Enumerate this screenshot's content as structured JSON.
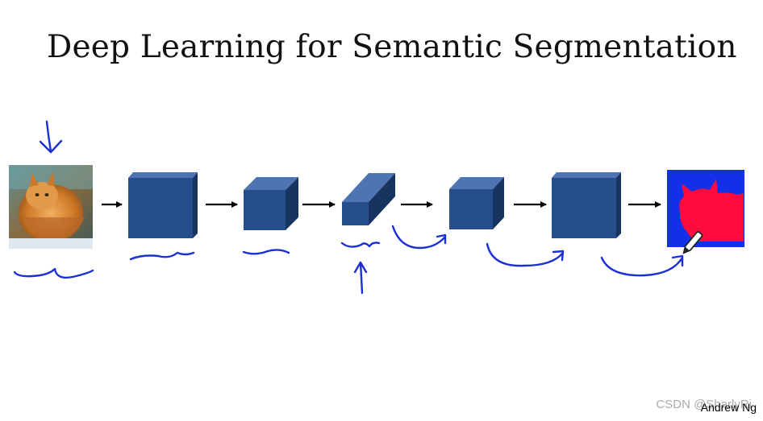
{
  "slide": {
    "title": "Deep Learning for Semantic Segmentation",
    "author": "Andrew Ng",
    "watermark": "CSDN @SharlyRi"
  },
  "diagram": {
    "input_image": "cat-photo",
    "output_image": "segmentation-mask",
    "colors": {
      "block_front": "#264e8c",
      "block_top": "#4e74b4",
      "block_side": "#17335f",
      "ink": "#1b2fd6",
      "mask_background": "#1230ea",
      "mask_foreground": "#ff0a3c"
    },
    "icons": [
      "pen-cursor-icon"
    ]
  }
}
